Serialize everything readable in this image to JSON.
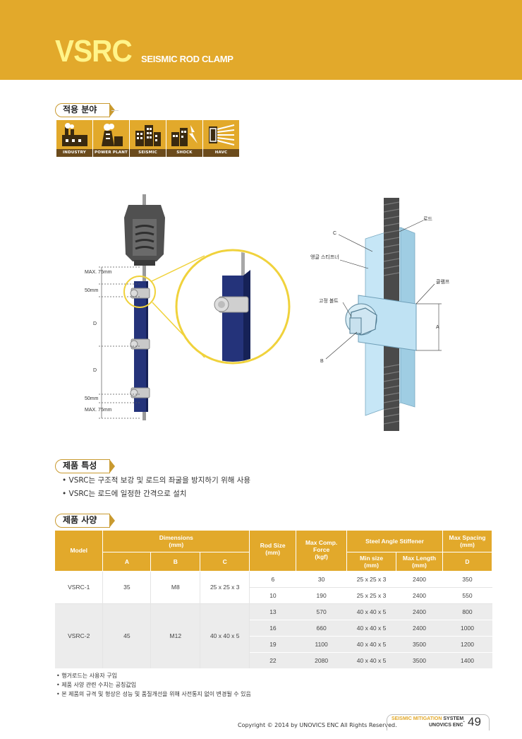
{
  "header": {
    "brand": "VSRC",
    "subtitle": "SEISMIC ROD CLAMP",
    "color": "#e2a92b"
  },
  "sections": {
    "application": "적용 분야",
    "features": "제품 특성",
    "specs": "제품 사양"
  },
  "applications": [
    {
      "label": "INDUSTRY",
      "icon": "factory-icon"
    },
    {
      "label": "POWER PLANT",
      "icon": "power-plant-icon"
    },
    {
      "label": "SEISMIC",
      "icon": "seismic-building-icon"
    },
    {
      "label": "SHOCK",
      "icon": "shock-icon"
    },
    {
      "label": "HAVC",
      "icon": "hvac-duct-icon"
    }
  ],
  "diagram_left": {
    "labels": [
      "MAX. 75mm",
      "50mm",
      "D",
      "D",
      "50mm",
      "MAX. 75mm"
    ]
  },
  "diagram_right": {
    "labels": {
      "c": "C",
      "rod": "로드",
      "angle": "앵글 스티프너",
      "clamp": "클램프",
      "bolt": "고정 볼트",
      "a": "A",
      "b": "B"
    }
  },
  "features": [
    "VSRC는 구조적 보강 및 로드의 좌굴을 방지하기 위해 사용",
    "VSRC는 로드에 일정한 간격으로 설치"
  ],
  "table": {
    "headers": {
      "model": "Model",
      "dimensions": "Dimensions",
      "dimensions_unit": "(mm)",
      "a": "A",
      "b": "B",
      "c": "C",
      "rod_size": "Rod Size",
      "rod_size_unit": "(mm)",
      "max_comp": "Max Comp.",
      "max_comp2": "Force",
      "max_comp_unit": "(kgf)",
      "stiffener": "Steel Angle Stiffener",
      "min_size": "Min size",
      "min_size_unit": "(mm)",
      "max_length": "Max Length",
      "max_length_unit": "(mm)",
      "max_spacing": "Max Spacing",
      "max_spacing_unit": "(mm)",
      "d": "D"
    },
    "models": [
      {
        "model": "VSRC-1",
        "a": "35",
        "b": "M8",
        "c": "25 x 25 x 3",
        "rows": [
          {
            "rod": "6",
            "force": "30",
            "min": "25 x 25 x 3",
            "len": "2400",
            "d": "350"
          },
          {
            "rod": "10",
            "force": "190",
            "min": "25 x 25 x 3",
            "len": "2400",
            "d": "550"
          }
        ]
      },
      {
        "model": "VSRC-2",
        "a": "45",
        "b": "M12",
        "c": "40 x 40 x 5",
        "rows": [
          {
            "rod": "13",
            "force": "570",
            "min": "40 x 40 x 5",
            "len": "2400",
            "d": "800"
          },
          {
            "rod": "16",
            "force": "660",
            "min": "40 x 40 x 5",
            "len": "2400",
            "d": "1000"
          },
          {
            "rod": "19",
            "force": "1100",
            "min": "40 x 40 x 5",
            "len": "3500",
            "d": "1200"
          },
          {
            "rod": "22",
            "force": "2080",
            "min": "40 x 40 x 5",
            "len": "3500",
            "d": "1400"
          }
        ]
      }
    ]
  },
  "notes": [
    "행거로드는 사용자 구입",
    "제품 사양 관련 수치는 공칭값임",
    "본 제품의 규격 및 형상은 성능 및 품질개선을 위해 사전통지 없이 변경될 수 있음"
  ],
  "footer": {
    "copyright": "Copyright © 2014 by UNOVICS ENC All Rights Reserved.",
    "line1a": "SEISMIC MITIGATION",
    "line1b": "SYSTEM",
    "line2": "UNOVICS ENC",
    "dot": "·",
    "page": "49"
  }
}
